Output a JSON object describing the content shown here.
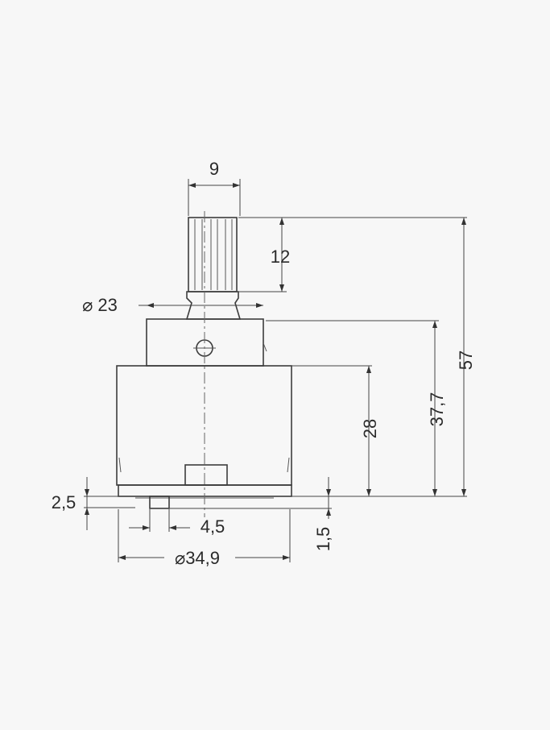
{
  "colors": {
    "background": "#f7f7f7",
    "outline": "#3c3c3c",
    "dimension": "#444444",
    "text": "#2a2a2a"
  },
  "dimensions": {
    "stem_width": "9",
    "stem_height": "12",
    "neck_diameter": "⌀ 23",
    "total_height": "57",
    "upper_height": "37,7",
    "body_height": "28",
    "base_offset": "2,5",
    "pin_width": "4,5",
    "pin_height": "1,5",
    "body_diameter": "⌀34,9"
  }
}
